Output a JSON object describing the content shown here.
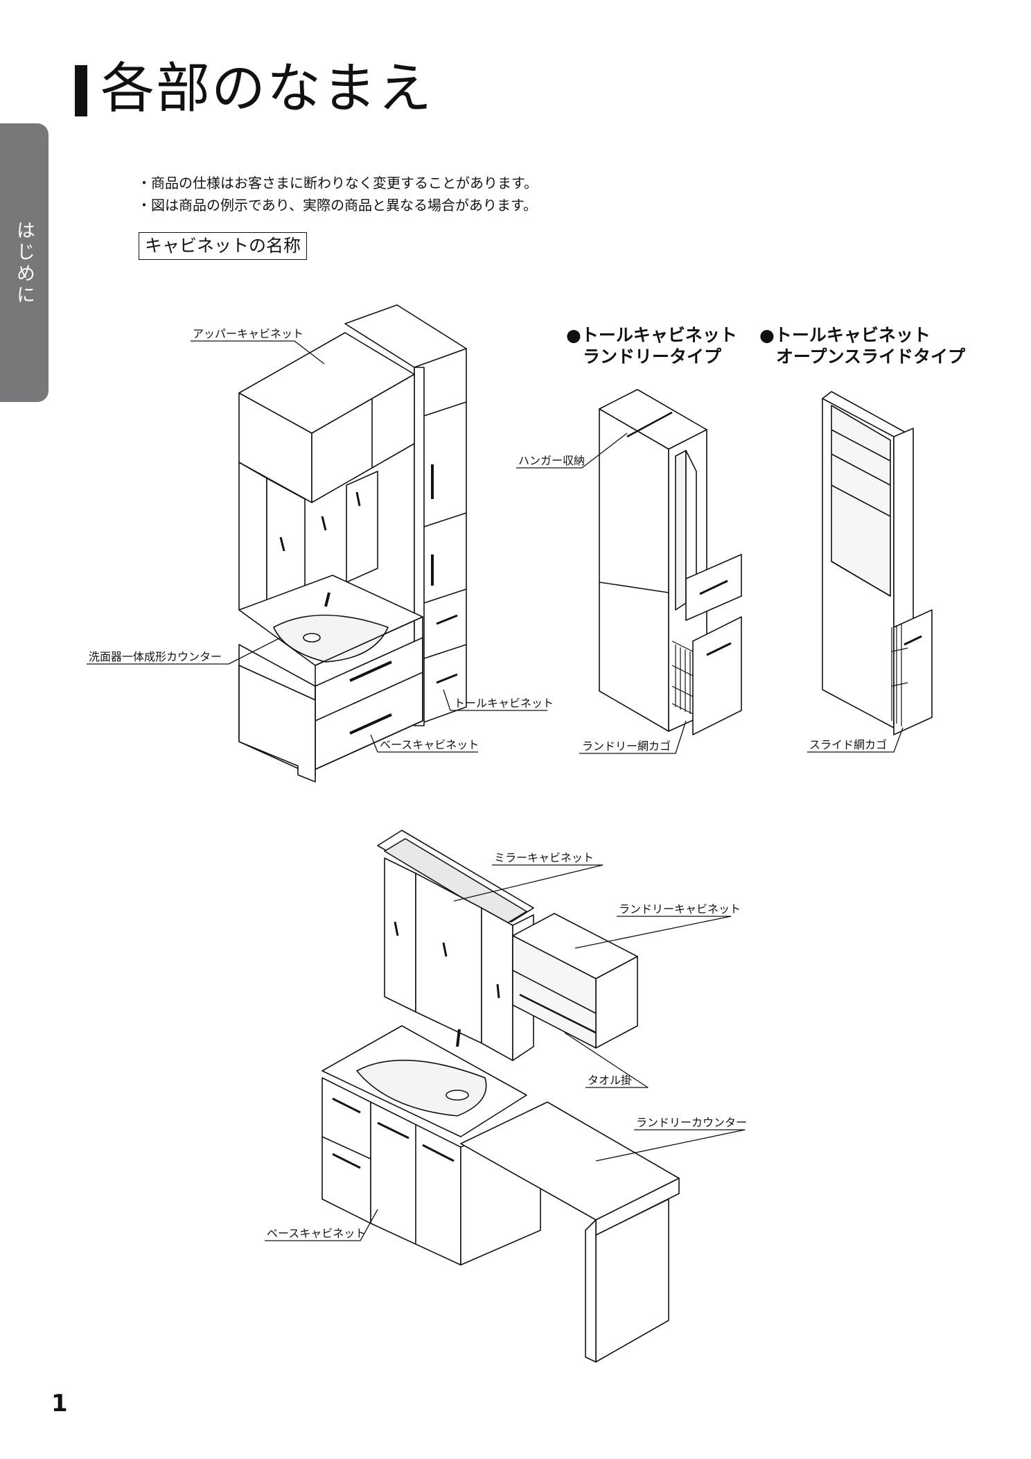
{
  "page": {
    "title": "各部のなまえ",
    "side_tab": "はじめに",
    "notes": [
      "・商品の仕様はお客さまに断わりなく変更することがあります。",
      "・図は商品の例示であり、実際の商品と異なる場合があります。"
    ],
    "section_title": "キャビネットの名称",
    "page_number": "1"
  },
  "headings": {
    "tall_laundry": [
      "●トールキャビネット",
      "ランドリータイプ"
    ],
    "tall_open_slide": [
      "●トールキャビネット",
      "オープンスライドタイプ"
    ]
  },
  "labels": {
    "upper_cabinet": "アッパーキャビネット",
    "counter": "洗面器一体成形カウンター",
    "tall_cabinet": "トールキャビネット",
    "base_cabinet_1": "ベースキャビネット",
    "hanger": "ハンガー収納",
    "laundry_basket": "ランドリー網カゴ",
    "slide_basket": "スライド網カゴ",
    "mirror_cabinet": "ミラーキャビネット",
    "laundry_cabinet": "ランドリーキャビネット",
    "towel": "タオル掛",
    "laundry_counter": "ランドリーカウンター",
    "base_cabinet_2": "ベースキャビネット"
  },
  "colors": {
    "side_tab": "#77787a",
    "line": "#111111"
  }
}
